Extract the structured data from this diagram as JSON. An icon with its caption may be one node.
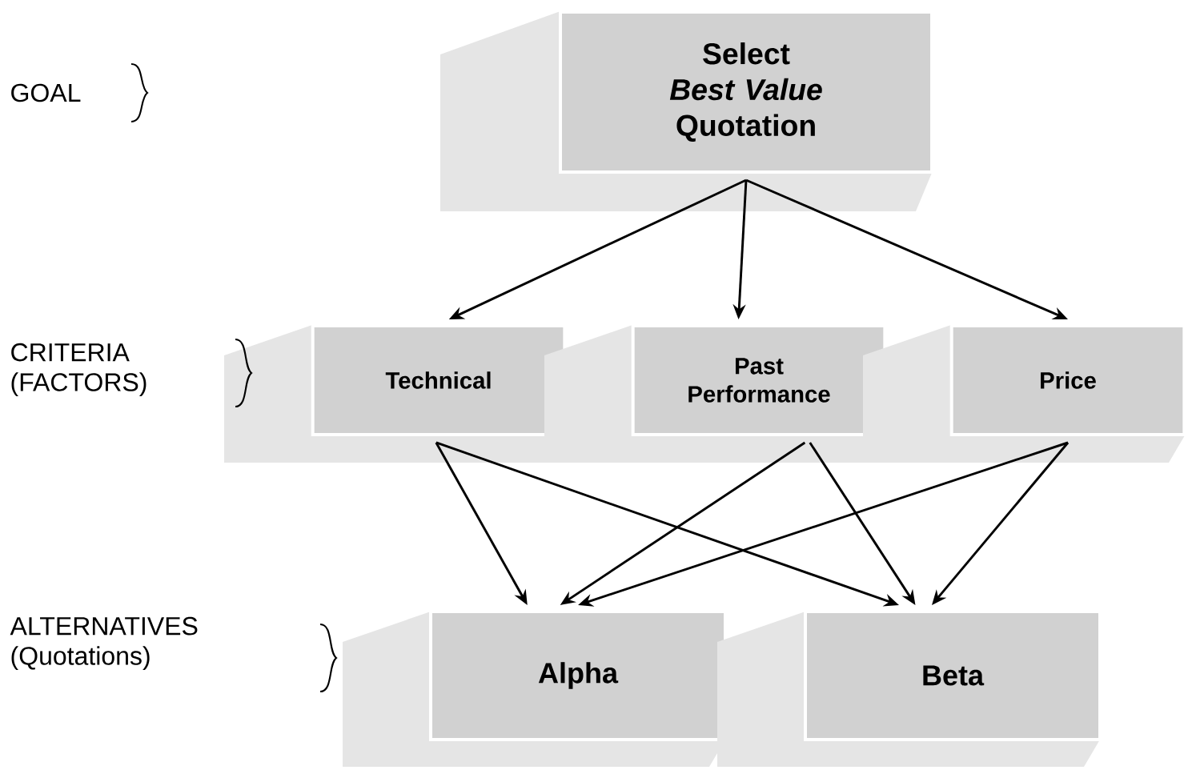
{
  "diagram": {
    "nodes": [
      {
        "text": [
          "Select *Best Value* Quotation"
        ]
      },
      {
        "text": [
          "Technical"
        ]
      },
      {
        "text": [
          "Past Performance"
        ]
      },
      {
        "text": [
          "Price"
        ]
      },
      {
        "text": [
          "Alpha"
        ]
      },
      {
        "text": [
          "Beta"
        ]
      }
    ],
    "edges": [
      {
        "from": 0,
        "to": 1,
        "arrow": "to"
      },
      {
        "from": 0,
        "to": 2,
        "arrow": "to"
      },
      {
        "from": 0,
        "to": 3,
        "arrow": "to"
      },
      {
        "from": 1,
        "to": 4,
        "arrow": "to"
      },
      {
        "from": 1,
        "to": 5,
        "arrow": "to"
      },
      {
        "from": 2,
        "to": 4,
        "arrow": "to"
      },
      {
        "from": 2,
        "to": 5,
        "arrow": "to"
      },
      {
        "from": 3,
        "to": 4,
        "arrow": "to"
      },
      {
        "from": 3,
        "to": 5,
        "arrow": "to"
      }
    ],
    "labels": [
      "GOAL",
      "CRITERIA (FACTORS)",
      "ALTERNATIVES (Quotations)"
    ]
  }
}
